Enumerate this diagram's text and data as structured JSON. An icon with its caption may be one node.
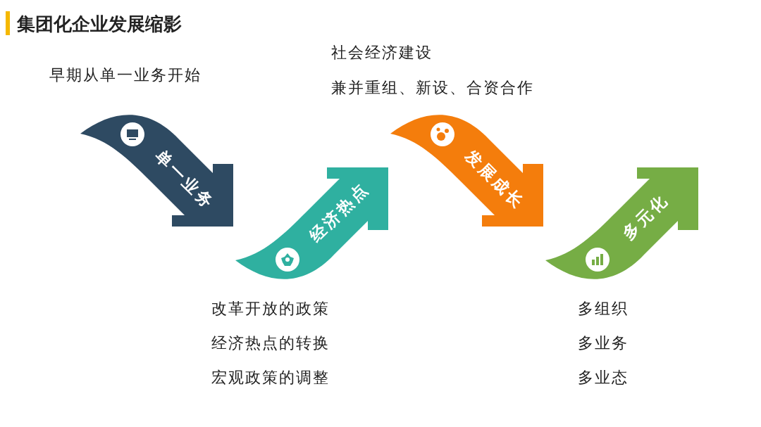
{
  "diagram": {
    "title": "集团化企业发展缩影",
    "nodes": [
      {
        "text": [
          "单一业务"
        ],
        "beside": [
          "早期从单一业务开始"
        ]
      },
      {
        "text": [
          "经济热点"
        ],
        "beside": [
          "改革开放的政策",
          "经济热点的转换",
          "宏观政策的调整"
        ]
      },
      {
        "text": [
          "发展成长"
        ],
        "beside": [
          "社会经济建设",
          "兼并重组、新设、合资合作"
        ]
      },
      {
        "text": [
          "多元化"
        ],
        "beside": [
          "多组织",
          "多业务",
          "多业态"
        ]
      }
    ],
    "edges": []
  }
}
